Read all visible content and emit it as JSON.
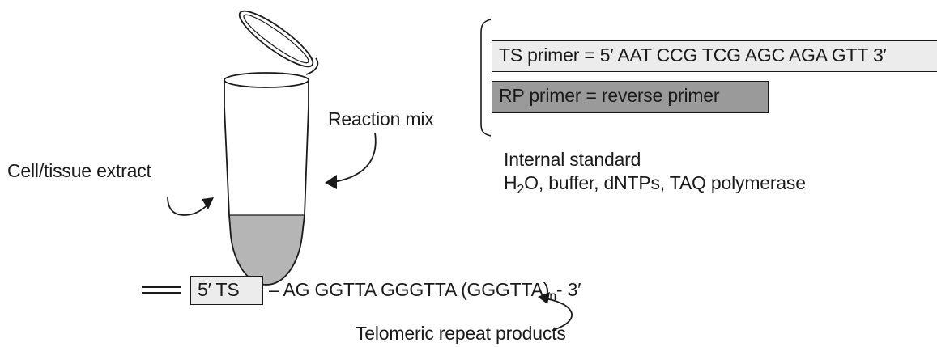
{
  "labels": {
    "reaction_mix": "Reaction mix",
    "cell_extract": "Cell/tissue extract",
    "internal_standard": "Internal standard",
    "h2o_prefix": "H",
    "h2o_sub": "2",
    "h2o_rest": "O, buffer, dNTPs, TAQ polymerase",
    "telomeric_products": "Telomeric repeat products"
  },
  "primers": {
    "ts": "TS primer = 5′ AAT CCG TCG AGC AGA GTT 3′",
    "rp": "RP primer = reverse primer"
  },
  "product": {
    "ts_box": "5′ TS",
    "sequence": "– AG GGTTA GGGTTA (GGGTTA)",
    "subscript": "n",
    "end": "- 3′"
  },
  "colors": {
    "tube_fill": "#b5b5b5",
    "ts_box_fill": "#ececec",
    "rp_box_fill": "#9a9a9a",
    "stroke": "#1a1a1a"
  }
}
